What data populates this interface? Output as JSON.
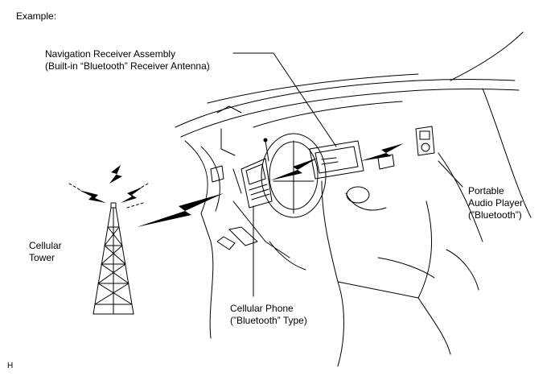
{
  "header": {
    "example_label": "Example:"
  },
  "labels": {
    "nav_receiver": {
      "line1": "Navigation Receiver Assembly",
      "line2": "(Built-in “Bluetooth” Receiver Antenna)"
    },
    "portable_audio": {
      "line1": "Portable",
      "line2": "Audio Player",
      "line3": "(”Bluetooth”)"
    },
    "cellular_tower": {
      "line1": "Cellular",
      "line2": "Tower"
    },
    "cellular_phone": {
      "line1": "Cellular Phone",
      "line2": "(”Bluetooth” Type)"
    }
  },
  "footer": {
    "corner_mark": "H"
  },
  "colors": {
    "ink": "#000000",
    "background": "#ffffff"
  }
}
